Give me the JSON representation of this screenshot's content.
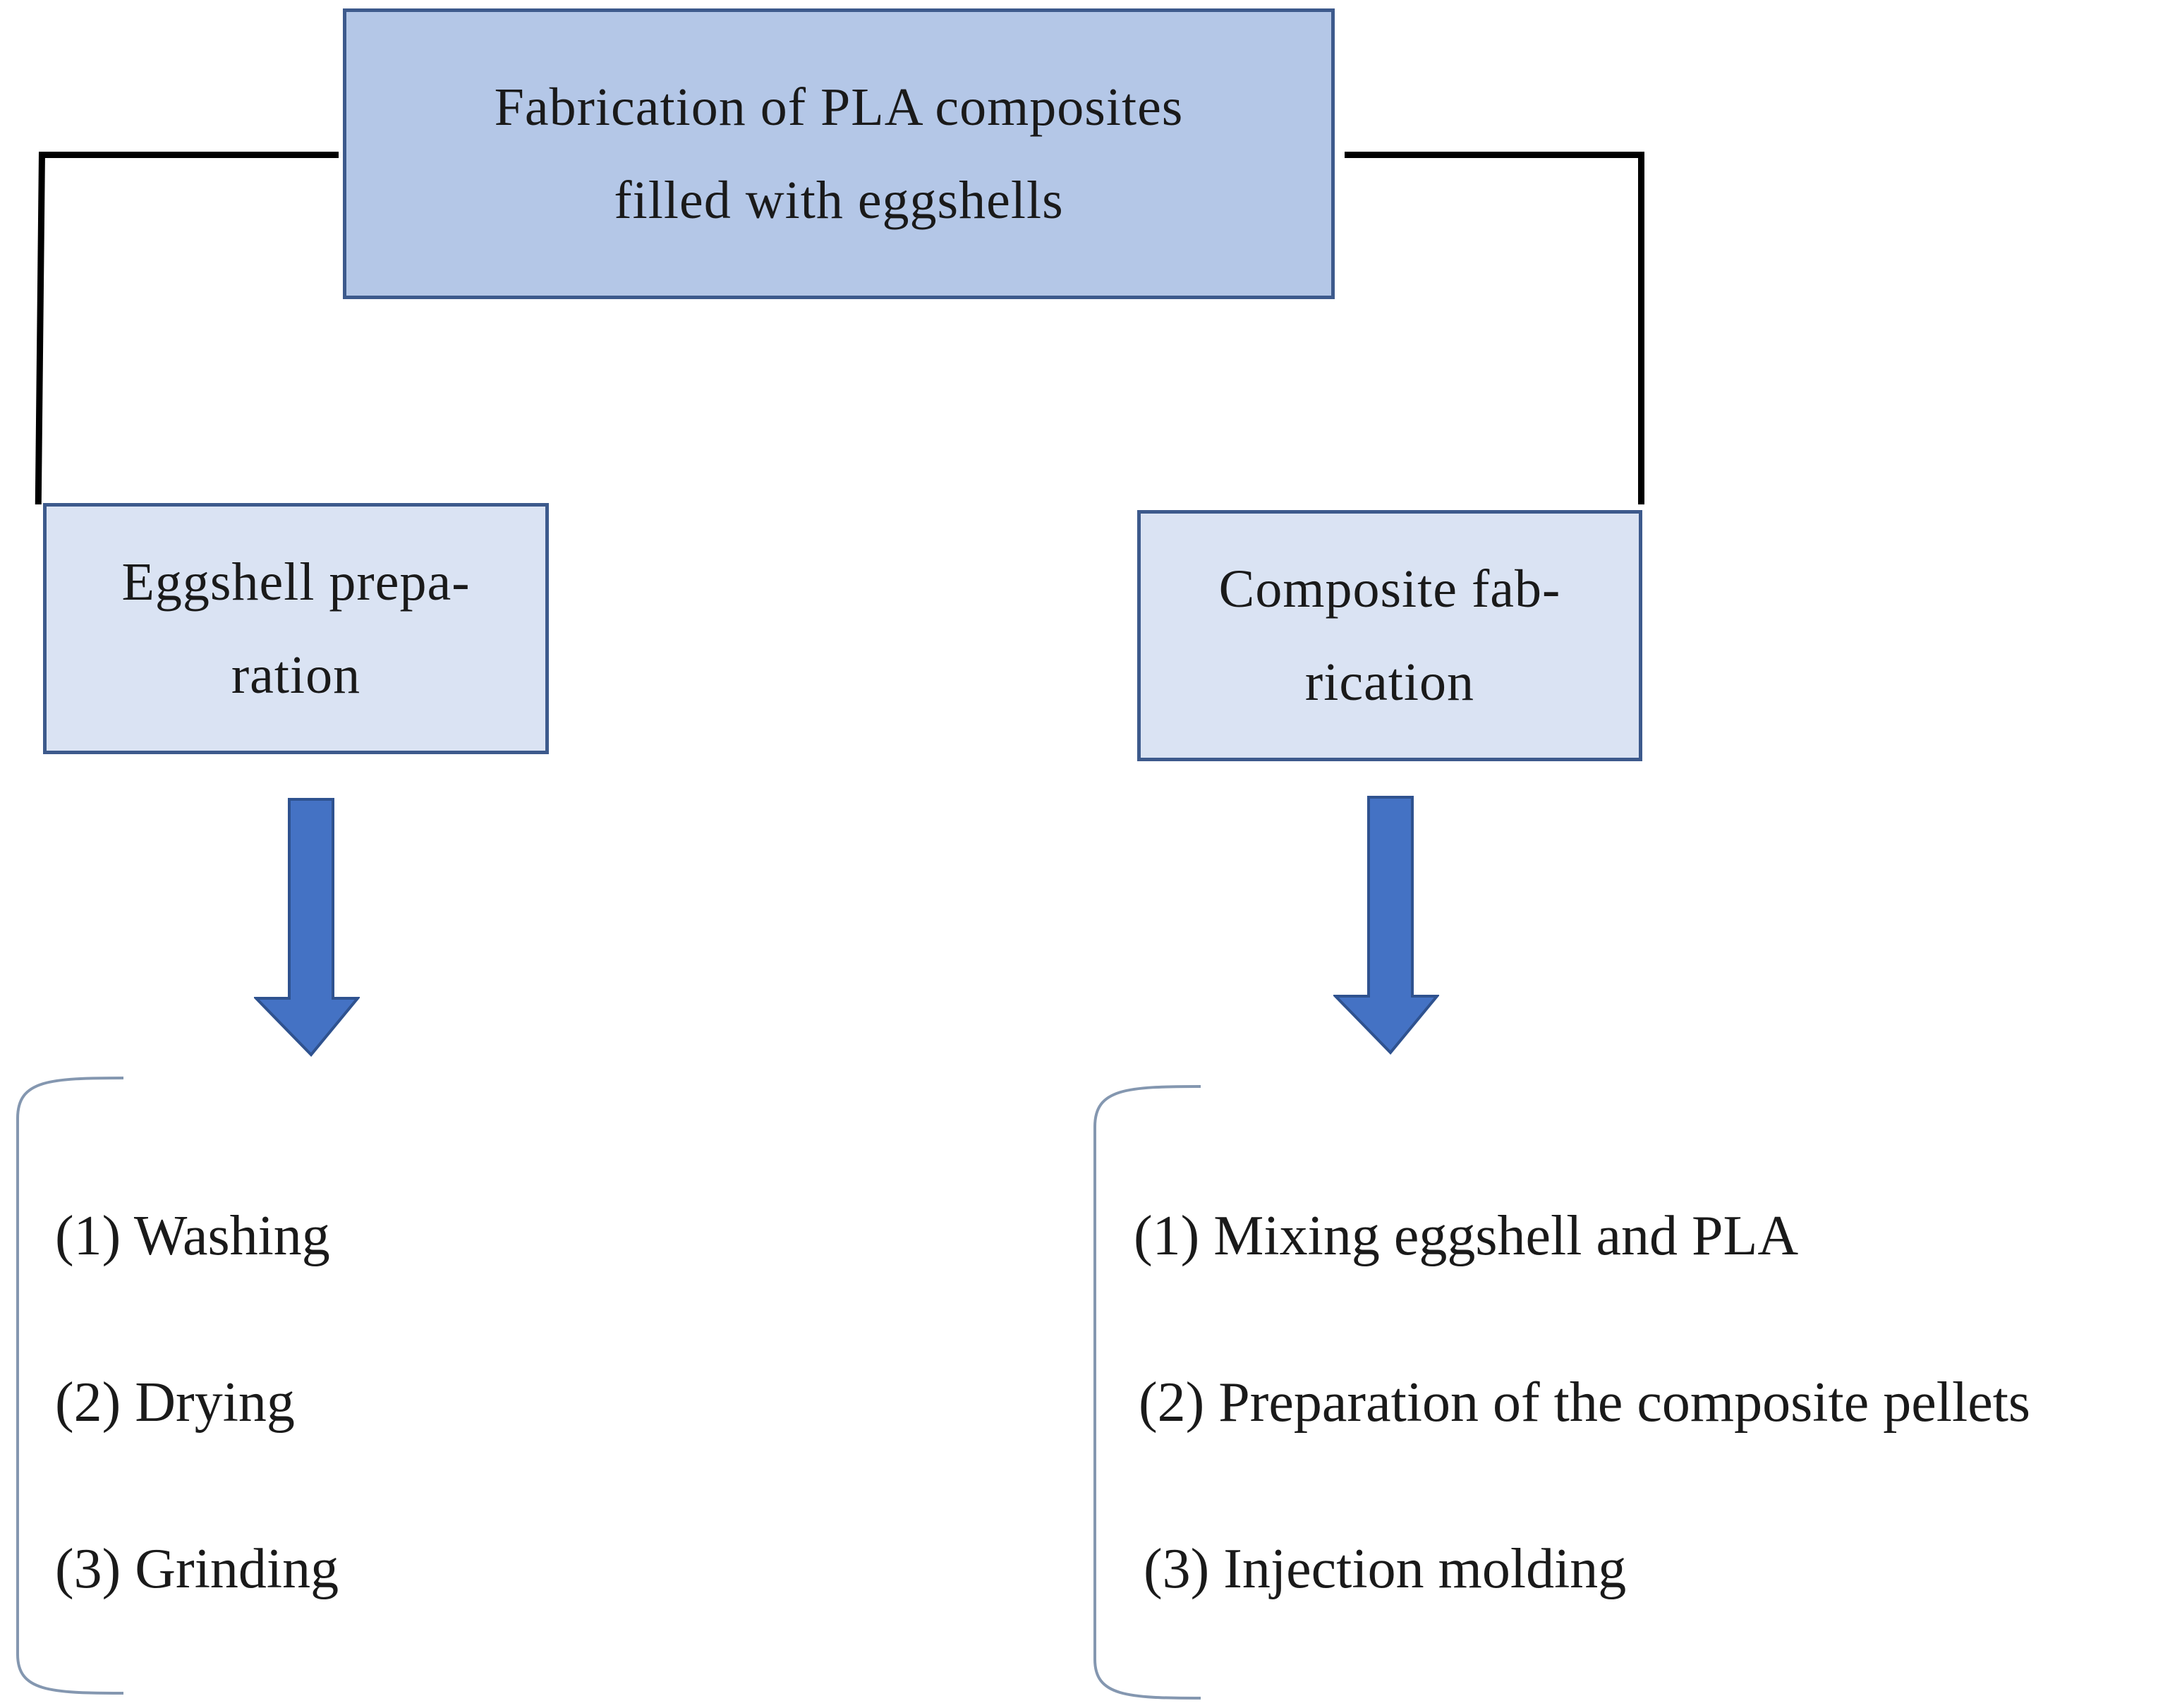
{
  "title": {
    "lines": [
      "Fabrication of PLA composites",
      "filled with eggshells"
    ]
  },
  "branches": [
    {
      "lines": [
        "Eggshell prepa-",
        "ration"
      ],
      "steps": [
        "(1) Washing",
        "(2) Drying",
        "(3) Grinding"
      ]
    },
    {
      "lines": [
        "Composite fab-",
        "rication"
      ],
      "steps": [
        "(1) Mixing eggshell and PLA",
        "(2) Preparation of the composite pellets",
        "(3) Injection molding"
      ]
    }
  ],
  "colors": {
    "title_fill": "#b4c7e7",
    "sub_fill": "#dae3f3",
    "border": "#3d5a8c",
    "arrow": "#4472c4",
    "connector": "#000000",
    "bracket": "#8497b0"
  }
}
